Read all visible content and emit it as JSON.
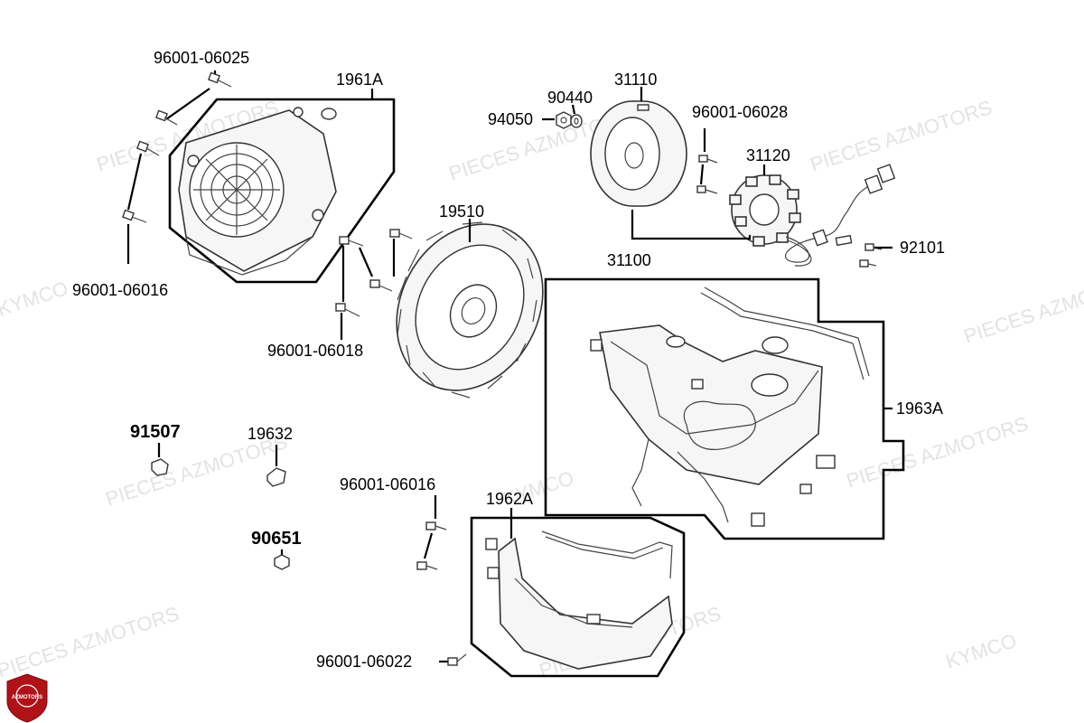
{
  "watermark": {
    "line1": "PIECES AZMOTORS",
    "line2": "KYMCO"
  },
  "logo": {
    "text": "AZMOTORS",
    "color": "#b01218"
  },
  "labels": {
    "p96001_06025": "96001-06025",
    "p1961A": "1961A",
    "p96001_06016_top": "96001-06016",
    "p19510": "19510",
    "p96001_06018": "96001-06018",
    "p94050": "94050",
    "p90440": "90440",
    "p31110": "31110",
    "p96001_06028": "96001-06028",
    "p31120": "31120",
    "p31100": "31100",
    "p92101": "92101",
    "p1963A": "1963A",
    "p91507": "91507",
    "p19632": "19632",
    "p90651": "90651",
    "p96001_06016_mid": "96001-06016",
    "p1962A": "1962A",
    "p96001_06022": "96001-06022"
  },
  "colors": {
    "line": "#000000",
    "part_fill": "#f6f6f6",
    "watermark": "#e3e3e3"
  }
}
